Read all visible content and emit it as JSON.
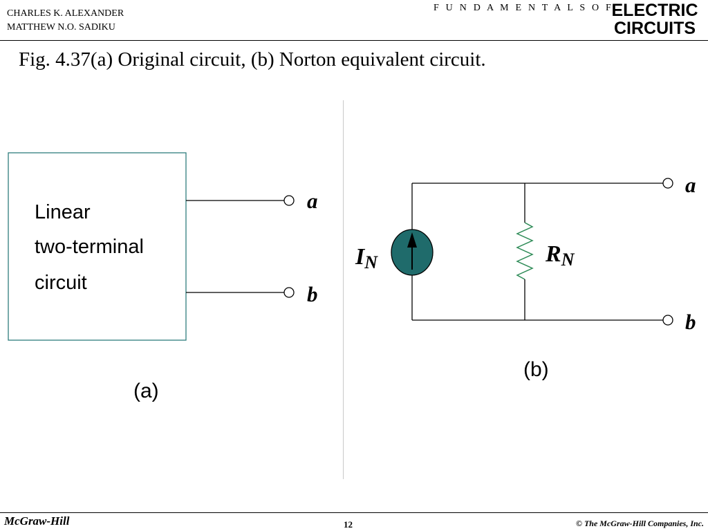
{
  "header": {
    "authors": [
      "CHARLES K. ALEXANDER",
      "MATTHEW N.O. SADIKU"
    ],
    "series_word": "F U N D A M E N T A L S   O F",
    "brand_lines": [
      "ELECTRIC",
      "CIRCUITS"
    ]
  },
  "slide": {
    "title": "Fig. 4.37(a) Original circuit, (b) Norton equivalent circuit."
  },
  "figure_a": {
    "box_lines": [
      "Linear",
      "two-terminal",
      "circuit"
    ],
    "terminal_a": "a",
    "terminal_b": "b",
    "caption": "(a)"
  },
  "figure_b": {
    "source_label": "I",
    "source_subscript": "N",
    "resistor_label": "R",
    "resistor_subscript": "N",
    "terminal_a": "a",
    "terminal_b": "b",
    "caption": "(b)"
  },
  "footer": {
    "publisher": "McGraw-Hill",
    "page_number": "12",
    "copyright": "© The McGraw-Hill Companies, Inc."
  },
  "colors": {
    "box_border": "#2e7d7d",
    "source_fill": "#1f6b6b",
    "resistor": "#2e8b57",
    "divider": "#c9c9c9"
  }
}
